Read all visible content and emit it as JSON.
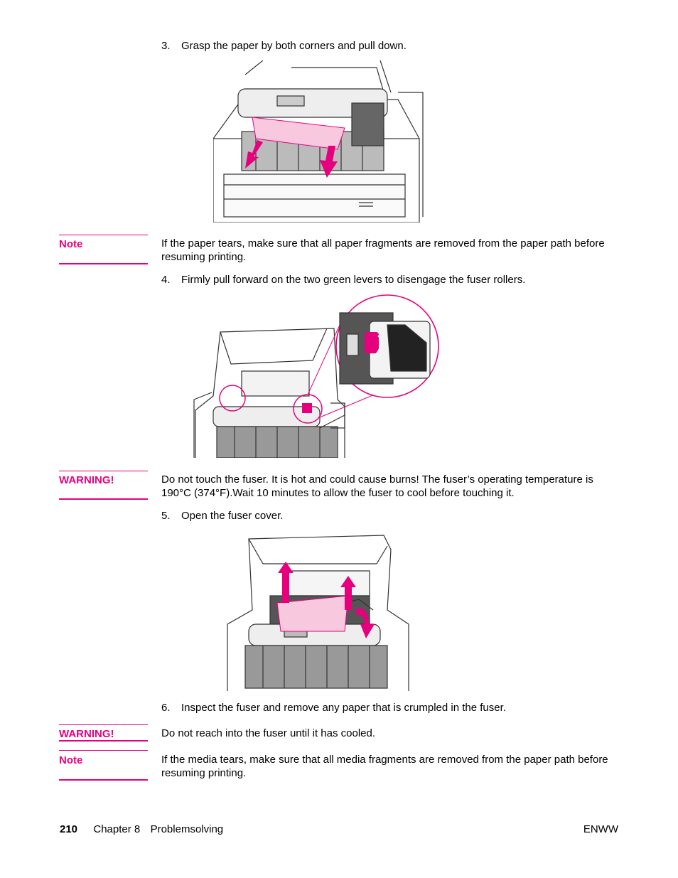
{
  "steps": [
    {
      "number": "3.",
      "text": "Grasp the paper by both corners and pull down."
    },
    {
      "number": "4.",
      "text": "Firmly pull forward on the two green levers to disengage the fuser rollers."
    },
    {
      "number": "5.",
      "text": "Open the fuser cover."
    },
    {
      "number": "6.",
      "text": "Inspect the fuser and remove any paper that is crumpled in the fuser."
    }
  ],
  "callouts": [
    {
      "label": "Note",
      "text": "If the paper tears, make sure that all paper fragments are removed from the paper path before resuming printing."
    },
    {
      "label": "WARNING!",
      "text": "Do not touch the fuser. It is hot and could cause burns! The fuser’s operating temperature is 190°C (374°F).Wait 10 minutes to allow the fuser to cool before touching it."
    },
    {
      "label": "WARNING!",
      "text": "Do not reach into the fuser until it has cooled."
    },
    {
      "label": "Note",
      "text": "If the media tears, make sure that all media fragments are removed from the paper path before resuming printing."
    }
  ],
  "footer": {
    "page_number": "210",
    "chapter": "Chapter 8",
    "section": "Problemsolving",
    "brand": "ENWW"
  },
  "colors": {
    "accent": "#e6007e",
    "paper": "#f8c9de",
    "line": "#333333"
  }
}
